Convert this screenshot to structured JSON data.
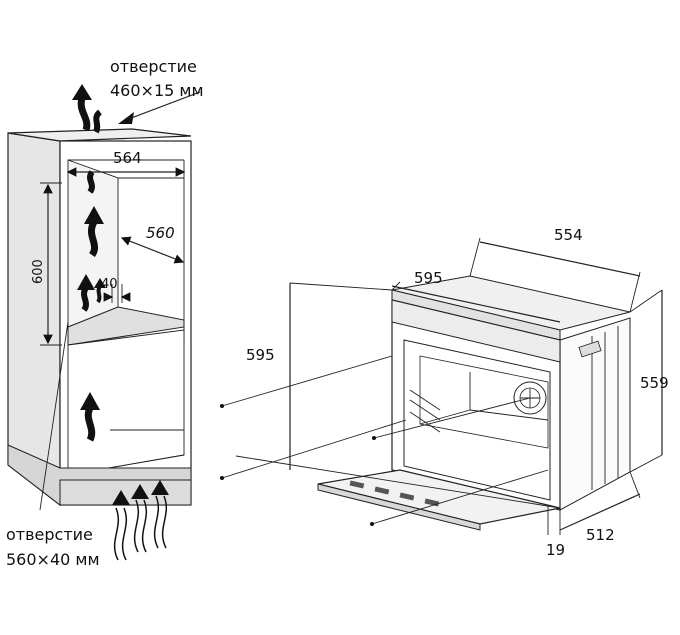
{
  "cabinet": {
    "top_opening_label": "отверстие",
    "top_opening_size": "460×15 мм",
    "bottom_opening_label": "отверстие",
    "bottom_opening_size": "560×40 мм",
    "width": "564",
    "depth": "560",
    "height": "600",
    "gap": "40"
  },
  "oven": {
    "width": "554",
    "front_width": "595",
    "height": "595",
    "depth_total": "559",
    "depth_body": "512",
    "door_thickness": "19"
  },
  "colors": {
    "line": "#222222",
    "panel_shade": "#e6e6e6",
    "base_shade": "#d6d6d6",
    "arrow": "#111111"
  }
}
